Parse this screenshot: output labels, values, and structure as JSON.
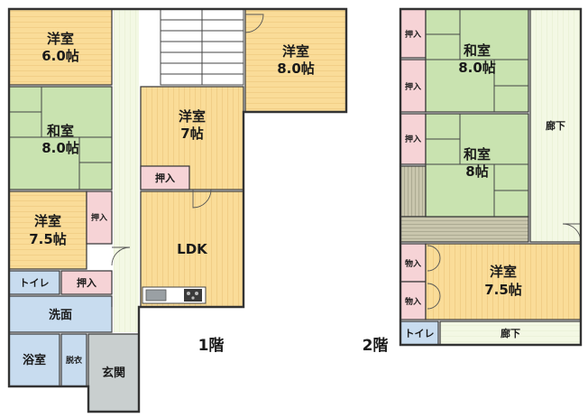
{
  "colors": {
    "western_room": "#fadc98",
    "japanese_room": "#c9e3b0",
    "closet": "#f6d3d6",
    "wet_area": "#c8dcef",
    "entrance": "#c9cfcf",
    "corridor": "#f3f8e4",
    "stairs": "#ffffff",
    "wall": "#333333"
  },
  "floor1": {
    "label": "1階",
    "rooms": {
      "western_6": [
        "洋室",
        "6.0帖"
      ],
      "japanese_8": [
        "和室",
        "8.0帖"
      ],
      "western_75": [
        "洋室",
        "7.5帖"
      ],
      "closet_a": "押入",
      "toilet": "トイレ",
      "closet_b": "押入",
      "washroom": "洗面",
      "bathroom": "浴室",
      "dressing": "脱衣",
      "entrance": "玄関",
      "western_7": [
        "洋室",
        "7帖"
      ],
      "closet_c": "押入",
      "ldk": "LDK",
      "western_8": [
        "洋室",
        "8.0帖"
      ]
    }
  },
  "floor2": {
    "label": "2階",
    "rooms": {
      "closet_1": "押入",
      "closet_2": "押入",
      "closet_3": "押入",
      "japanese_8a": [
        "和室",
        "8.0帖"
      ],
      "japanese_8b": [
        "和室",
        "8帖"
      ],
      "corridor_v": "廊下",
      "storage_1": "物入",
      "storage_2": "物入",
      "western_75": [
        "洋室",
        "7.5帖"
      ],
      "toilet": "トイレ",
      "corridor_h": "廊下"
    }
  }
}
